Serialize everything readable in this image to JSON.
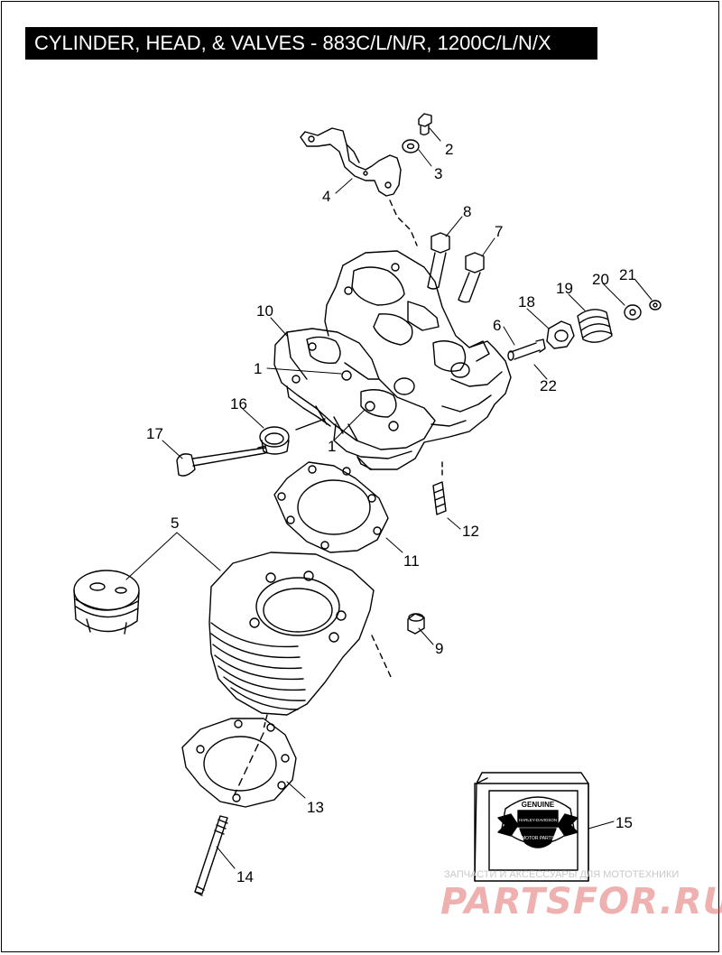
{
  "title": "CYLINDER, HEAD, & VALVES - 883C/L/N/R, 1200C/L/N/X",
  "callouts": [
    {
      "id": "c2",
      "label": "2"
    },
    {
      "id": "c3",
      "label": "3"
    },
    {
      "id": "c4",
      "label": "4"
    },
    {
      "id": "c8",
      "label": "8"
    },
    {
      "id": "c7",
      "label": "7"
    },
    {
      "id": "c10",
      "label": "10"
    },
    {
      "id": "c1a",
      "label": "1"
    },
    {
      "id": "c1b",
      "label": "1"
    },
    {
      "id": "c6",
      "label": "6"
    },
    {
      "id": "c18",
      "label": "18"
    },
    {
      "id": "c19",
      "label": "19"
    },
    {
      "id": "c20",
      "label": "20"
    },
    {
      "id": "c21",
      "label": "21"
    },
    {
      "id": "c22",
      "label": "22"
    },
    {
      "id": "c16",
      "label": "16"
    },
    {
      "id": "c17",
      "label": "17"
    },
    {
      "id": "c12",
      "label": "12"
    },
    {
      "id": "c11",
      "label": "11"
    },
    {
      "id": "c5",
      "label": "5"
    },
    {
      "id": "c9",
      "label": "9"
    },
    {
      "id": "c13",
      "label": "13"
    },
    {
      "id": "c14",
      "label": "14"
    },
    {
      "id": "c15",
      "label": "15"
    }
  ],
  "logo": {
    "top_text": "GENUINE",
    "bottom_text": "MOTOR PARTS",
    "brand_text": "HARLEY-DAVIDSON"
  },
  "watermark": {
    "tagline": "ЗАПЧАСТИ И АКСЕССУАРЫ ДЛЯ МОТОТЕХНИКИ",
    "site": "PARTSFOR.RU"
  },
  "colors": {
    "line": "#000000",
    "title_bg": "#000000",
    "title_fg": "#ffffff",
    "watermark": "#dc5050"
  }
}
